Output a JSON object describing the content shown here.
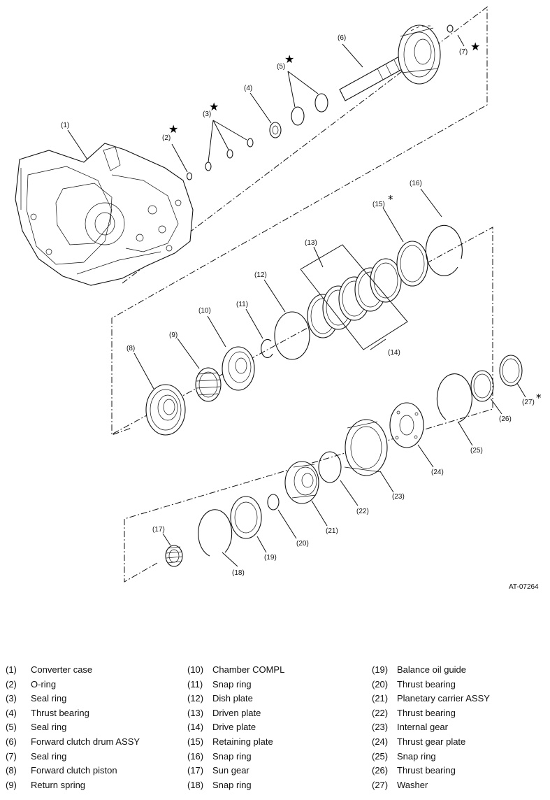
{
  "diagram": {
    "reference": "AT-07264",
    "callouts": [
      "(1)",
      "(2)",
      "(3)",
      "(4)",
      "(5)",
      "(6)",
      "(7)",
      "(8)",
      "(9)",
      "(10)",
      "(11)",
      "(12)",
      "(13)",
      "(14)",
      "(15)",
      "(16)",
      "(17)",
      "(18)",
      "(19)",
      "(20)",
      "(21)",
      "(22)",
      "(23)",
      "(24)",
      "(25)",
      "(26)",
      "(27)"
    ],
    "star_symbol": "★",
    "asterisk_symbol": "*"
  },
  "legend": {
    "columns": [
      [
        {
          "num": "(1)",
          "name": "Converter case"
        },
        {
          "num": "(2)",
          "name": "O-ring"
        },
        {
          "num": "(3)",
          "name": "Seal ring"
        },
        {
          "num": "(4)",
          "name": "Thrust bearing"
        },
        {
          "num": "(5)",
          "name": "Seal ring"
        },
        {
          "num": "(6)",
          "name": "Forward clutch drum ASSY"
        },
        {
          "num": "(7)",
          "name": "Seal ring"
        },
        {
          "num": "(8)",
          "name": "Forward clutch piston"
        },
        {
          "num": "(9)",
          "name": "Return spring"
        }
      ],
      [
        {
          "num": "(10)",
          "name": "Chamber COMPL"
        },
        {
          "num": "(11)",
          "name": "Snap ring"
        },
        {
          "num": "(12)",
          "name": "Dish plate"
        },
        {
          "num": "(13)",
          "name": "Driven plate"
        },
        {
          "num": "(14)",
          "name": "Drive plate"
        },
        {
          "num": "(15)",
          "name": "Retaining plate"
        },
        {
          "num": "(16)",
          "name": "Snap ring"
        },
        {
          "num": "(17)",
          "name": "Sun gear"
        },
        {
          "num": "(18)",
          "name": "Snap ring"
        }
      ],
      [
        {
          "num": "(19)",
          "name": "Balance oil guide"
        },
        {
          "num": "(20)",
          "name": "Thrust bearing"
        },
        {
          "num": "(21)",
          "name": "Planetary carrier ASSY"
        },
        {
          "num": "(22)",
          "name": "Thrust bearing"
        },
        {
          "num": "(23)",
          "name": "Internal gear"
        },
        {
          "num": "(24)",
          "name": "Thrust gear plate"
        },
        {
          "num": "(25)",
          "name": "Snap ring"
        },
        {
          "num": "(26)",
          "name": "Thrust bearing"
        },
        {
          "num": "(27)",
          "name": "Washer"
        }
      ]
    ]
  }
}
